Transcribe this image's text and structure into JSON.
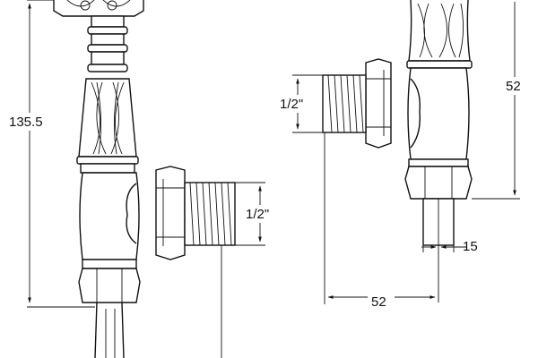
{
  "drawing": {
    "left_view": {
      "overall_height": "135.5",
      "inlet_thread": "1/2\""
    },
    "right_view": {
      "height": "52",
      "inlet_thread": "1/2\"",
      "offset": "52",
      "tail_diameter": "15"
    }
  }
}
